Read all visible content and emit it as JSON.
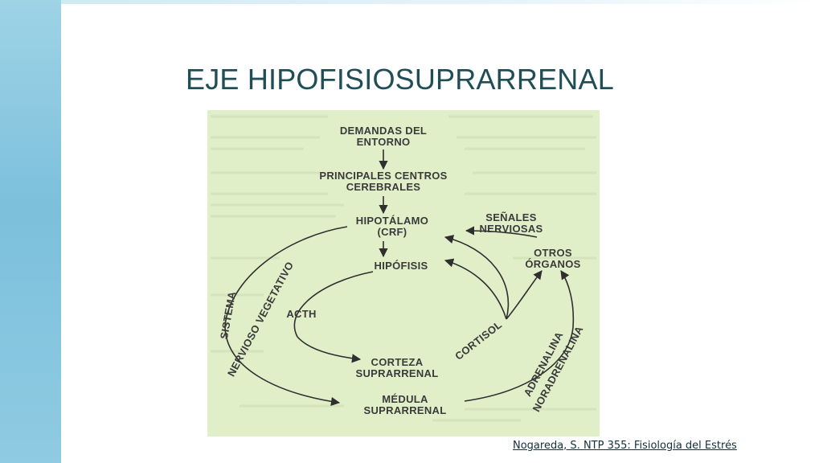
{
  "slide": {
    "title": "EJE HIPOFISIOSUPRARRENAL",
    "citation": "Nogareda, S.  NTP 355: Fisiología del Estrés"
  },
  "diagram": {
    "demandas": [
      "DEMANDAS DEL",
      "ENTORNO"
    ],
    "centros": [
      "PRINCIPALES CENTROS",
      "CEREBRALES"
    ],
    "hipotalamo": [
      "HIPOTÁLAMO",
      "(CRF)"
    ],
    "senales": [
      "SEÑALES",
      "NERVIOSAS"
    ],
    "otros": [
      "OTROS",
      "ÓRGANOS"
    ],
    "hipofisis": "HIPÓFISIS",
    "acth": "ACTH",
    "corteza": [
      "CORTEZA",
      "SUPRARRENAL"
    ],
    "medula": [
      "MÉDULA",
      "SUPRARRENAL"
    ],
    "cortisol": "CORTISOL",
    "adrenalina": "ADRENALINA",
    "noradrenalina": "NORADRENALINA",
    "sistema_1": "SISTEMA",
    "sistema_2": "NERVIOSO VEGETATIVO"
  }
}
